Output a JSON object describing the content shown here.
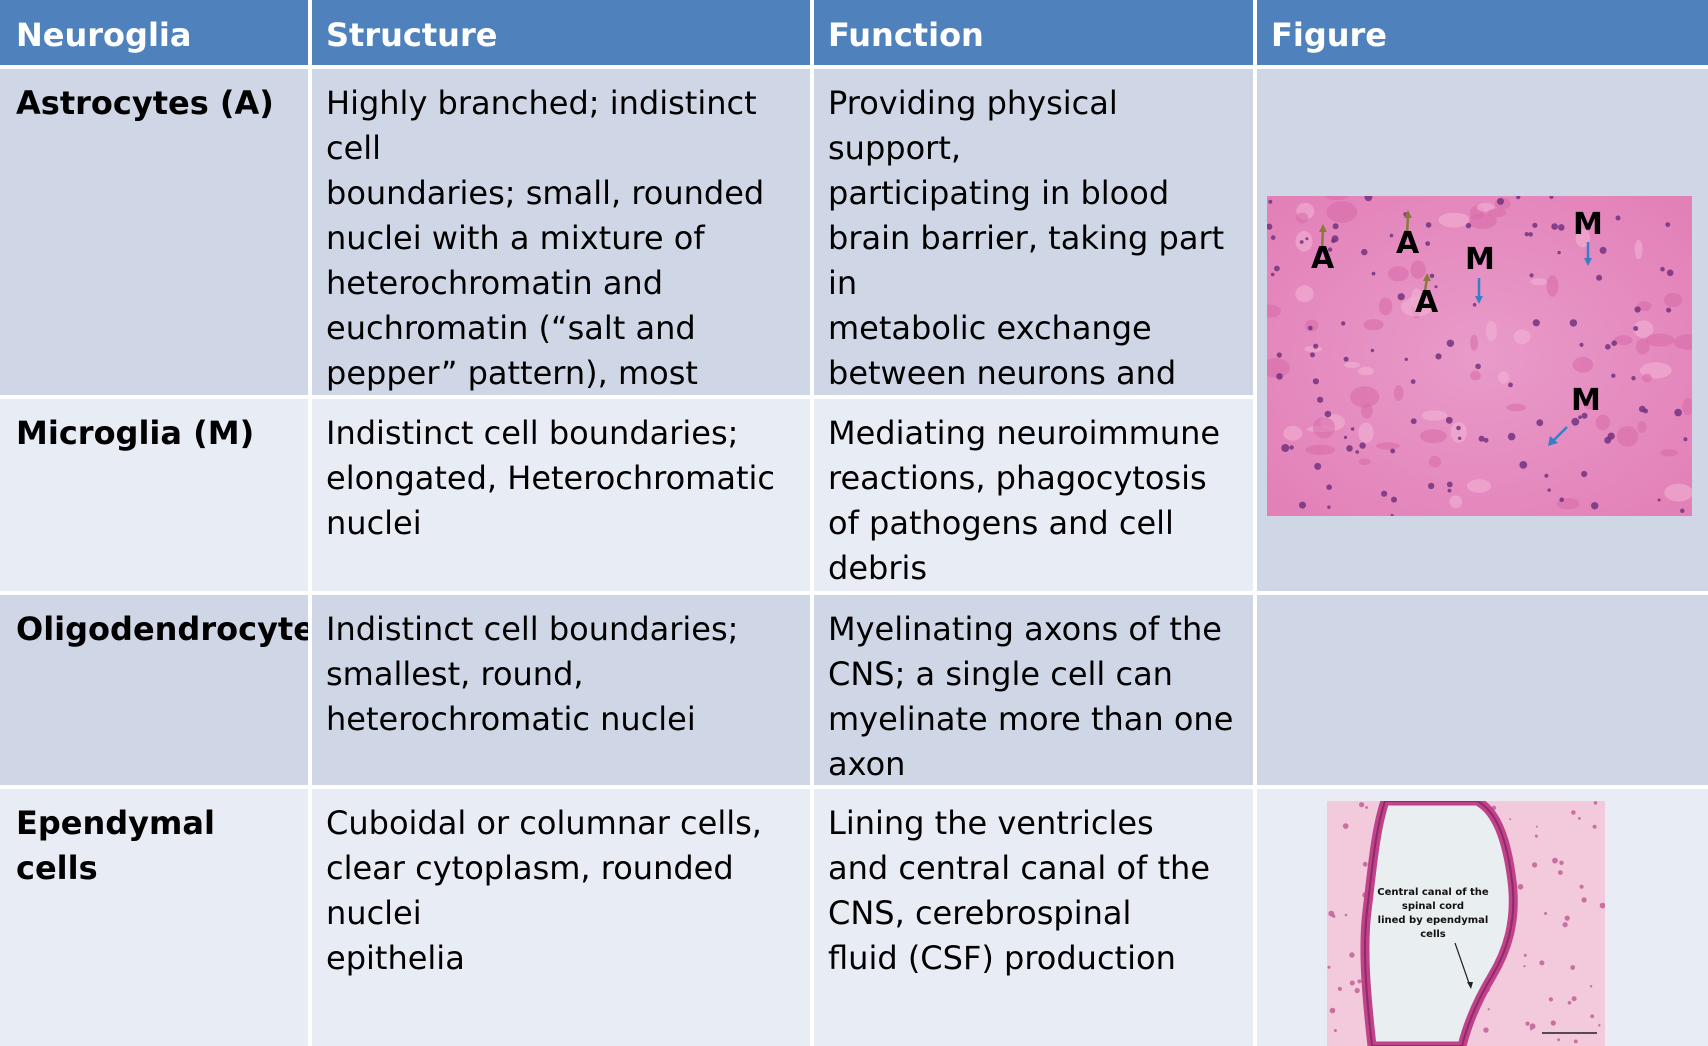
{
  "header": {
    "col1": "Neuroglia",
    "col2": "Structure",
    "col3": "Function",
    "col4": "Figure"
  },
  "rows": [
    {
      "name": "Astrocytes (A)",
      "structure": "Highly branched; indistinct cell\nboundaries; small, rounded\nnuclei with a mixture of\nheterochromatin and\neuchromatin (“salt and\npepper” pattern), most\nnumerous glial cells in the CNS",
      "function": "Providing physical support,\nparticipating in blood\nbrain barrier, taking part in\nmetabolic exchange\nbetween neurons and\nvasculature"
    },
    {
      "name": "Microglia (M)",
      "structure": "Indistinct cell boundaries;\nelongated, Heterochromatic\nnuclei",
      "function": "Mediating neuroimmune\nreactions, phagocytosis\nof pathogens and cell\ndebris"
    },
    {
      "name": "Oligodendrocytes",
      "structure": "Indistinct cell boundaries;\nsmallest, round,\nheterochromatic nuclei",
      "function": "Myelinating axons of the\nCNS; a single cell can\nmyelinate more than one\naxon"
    },
    {
      "name": "Ependymal cells",
      "structure": "Cuboidal or columnar cells,\nclear cytoplasm, rounded\nnuclei\nepithelia",
      "function": "Lining the ventricles\nand central canal of the\nCNS, cerebrospinal\nfluid (CSF) production"
    }
  ],
  "figure1": {
    "labels": [
      "A",
      "A",
      "A",
      "M",
      "M",
      "M"
    ]
  },
  "figure2": {
    "caption_lines": [
      "Central canal of the",
      "spinal cord",
      "lined by ependymal",
      "cells"
    ]
  },
  "colors": {
    "header": "#4f81bd",
    "row_dark": "#cfd7e6",
    "row_light": "#e8ecf4",
    "stain_pink": "#e58cc0",
    "nucleus": "#6a2d7a"
  }
}
